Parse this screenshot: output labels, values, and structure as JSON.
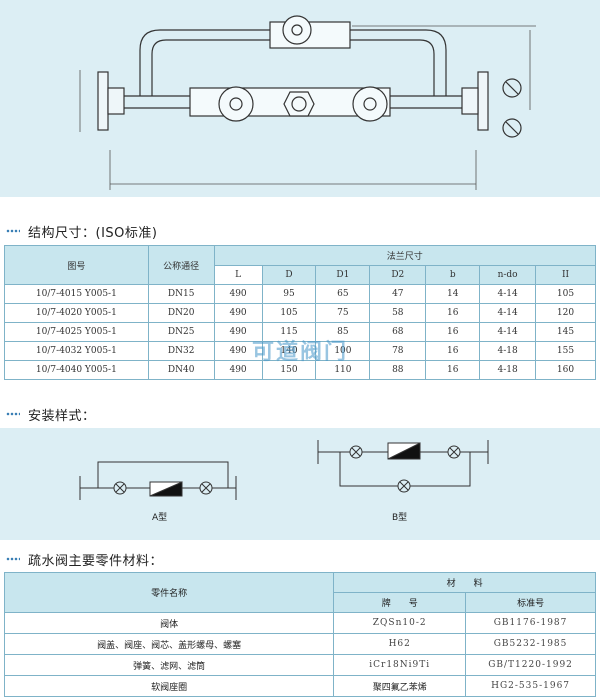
{
  "sections": {
    "structure": "结构尺寸：(ISO标准)",
    "install": "安装样式：",
    "materials": "疏水阀主要零件材料："
  },
  "dim_table": {
    "header_drawing_no": "图号",
    "header_nominal": "公称通径",
    "header_flange": "法兰尺寸",
    "sub_headers": [
      "L",
      "D",
      "D1",
      "D2",
      "b",
      "n-do",
      "II"
    ],
    "rows": [
      [
        "10/7-4015 Y005-1",
        "DN15",
        "490",
        "95",
        "65",
        "47",
        "14",
        "4-14",
        "105"
      ],
      [
        "10/7-4020 Y005-1",
        "DN20",
        "490",
        "105",
        "75",
        "58",
        "16",
        "4-14",
        "120"
      ],
      [
        "10/7-4025 Y005-1",
        "DN25",
        "490",
        "115",
        "85",
        "68",
        "16",
        "4-14",
        "145"
      ],
      [
        "10/7-4032 Y005-1",
        "DN32",
        "490",
        "140",
        "100",
        "78",
        "16",
        "4-18",
        "155"
      ],
      [
        "10/7-4040 Y005-1",
        "DN40",
        "490",
        "150",
        "110",
        "88",
        "16",
        "4-18",
        "160"
      ]
    ]
  },
  "install": {
    "label_a": "A型",
    "label_b": "B型"
  },
  "mat_table": {
    "header_part": "零件名称",
    "header_material": "材　　料",
    "header_grade": "牌　　号",
    "header_standard": "标准号",
    "rows": [
      [
        "阀体",
        "ZQSn10-2",
        "GB1176-1987"
      ],
      [
        "阀盖、阀座、阀芯、盖形螺母、螺塞",
        "H62",
        "GB5232-1985"
      ],
      [
        "弹簧、滤网、滤筒",
        "iCr18Ni9Ti",
        "GB/T1220-1992"
      ],
      [
        "软阀座圈",
        "聚四氟乙苯烯",
        "HG2-535-1967"
      ]
    ]
  },
  "watermark": "可道阀门",
  "colors": {
    "panel": "#dceef4",
    "header": "#c8e6ee",
    "border": "#7fb3c8",
    "dots": "#3a7fb5"
  }
}
